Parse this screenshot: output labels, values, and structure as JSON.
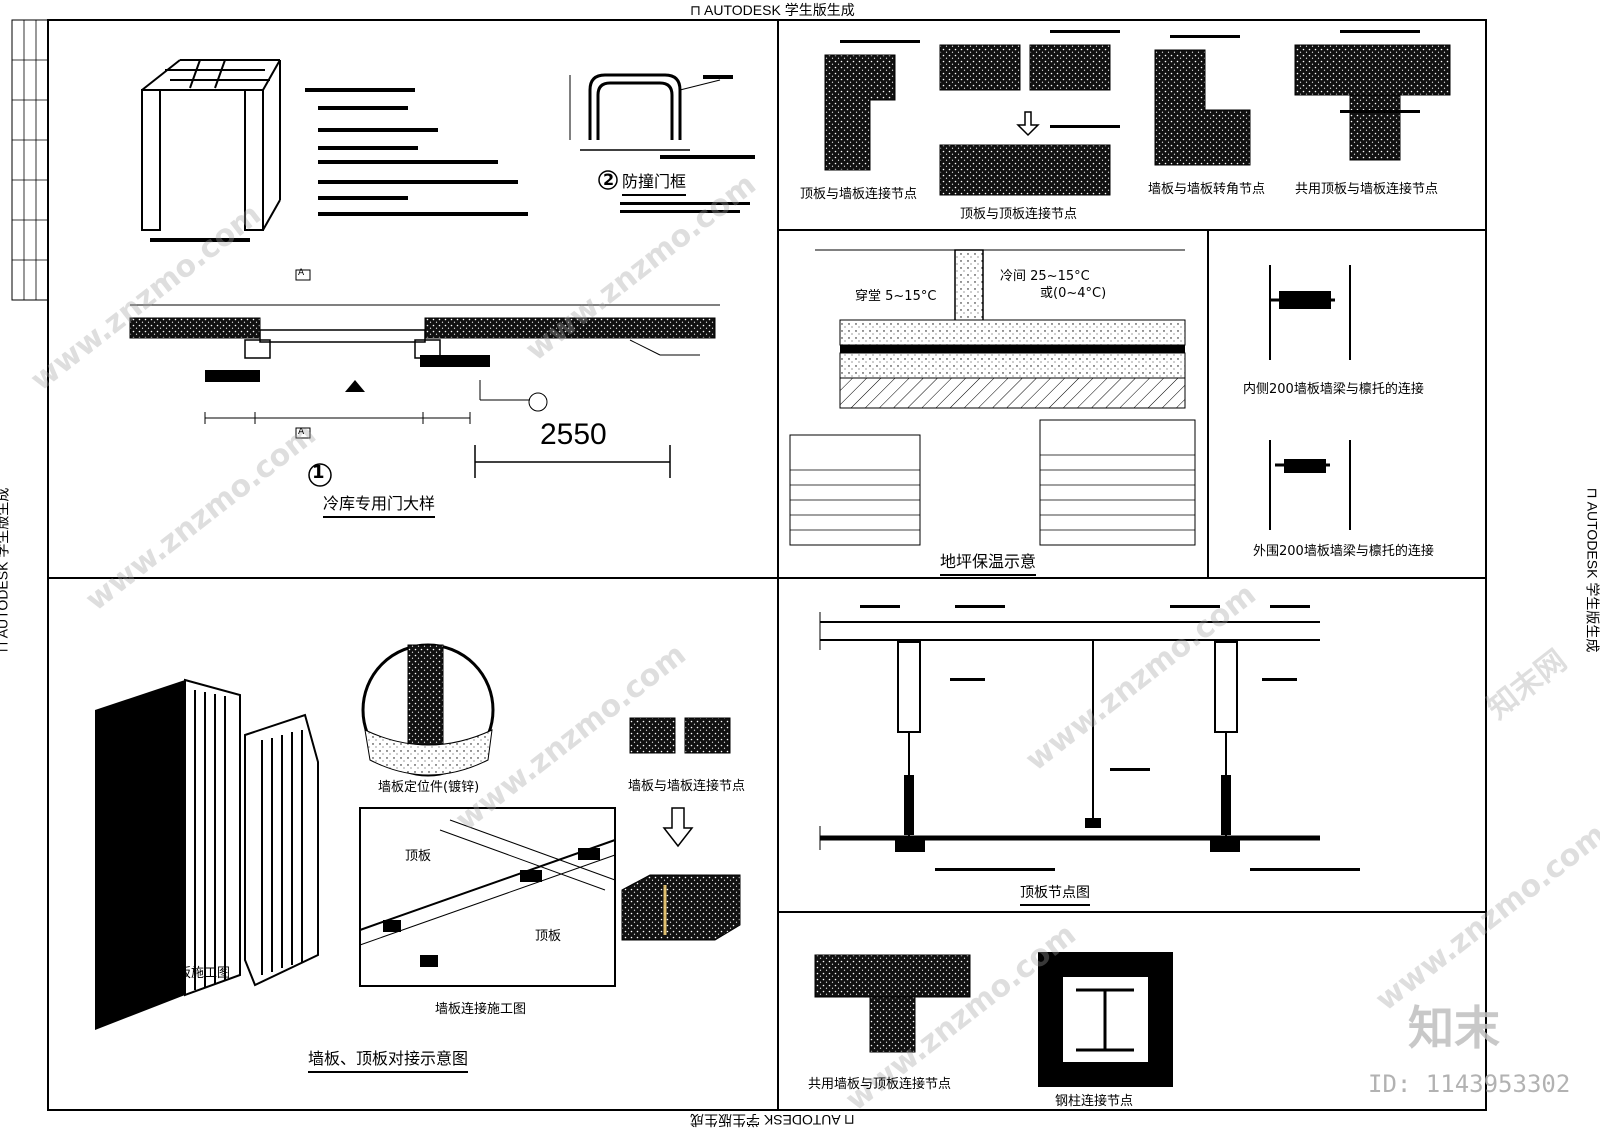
{
  "banner": {
    "top": "⊓ AUTODESK 学生版生成",
    "bottom": "⊓ AUTODESK 学生版生成",
    "left": "⊓ AUTODESK 学生版生成",
    "right": "⊓ AUTODESK 学生版生成"
  },
  "door_section": {
    "title": "冷库专用门大样",
    "detail_no": "1",
    "frame_title": "防撞门框",
    "frame_no": "2",
    "dimension": "2550",
    "section_mark": "A"
  },
  "joint_section": {
    "label_1": "顶板与墙板连接节点",
    "label_2": "顶板与顶板连接节点",
    "label_3": "墙板与墙板转角节点",
    "label_4": "共用顶板与墙板连接节点"
  },
  "floor_section": {
    "title": "地坪保温示意",
    "room_1": "穿堂 5~15°C",
    "room_2": "冷间  25~15°C",
    "room_3": "或(0~4°C)"
  },
  "beam_section": {
    "label_inner": "内侧200墙板墙梁与檩托的连接",
    "label_outer": "外围200墙板墙梁与檩托的连接"
  },
  "wall_section": {
    "title": "墙板、顶板对接示意图",
    "label_construction": "墙板施工图",
    "label_locator": "墙板定位件(镀锌)",
    "label_joint": "墙板与墙板连接节点",
    "label_connection": "墙板连接施工图",
    "label_top_1": "顶板",
    "label_top_2": "顶板"
  },
  "roof_section": {
    "title": "顶板节点图"
  },
  "bottom_section": {
    "label_1": "共用墙板与顶板连接节点",
    "label_2": "钢柱连接节点"
  },
  "watermark": {
    "site": "www.znzmo.com",
    "brand": "知末网",
    "logo": "知末",
    "id": "ID: 1143953302"
  }
}
